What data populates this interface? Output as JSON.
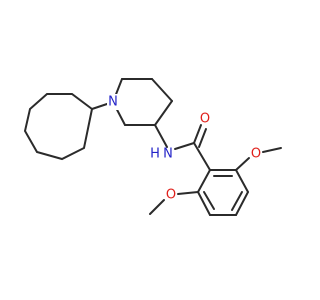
{
  "molecule": {
    "atoms": {
      "n_ring": "N",
      "n_amide": "N",
      "h_amide": "H",
      "o_carbonyl": "O",
      "o_methoxy_top": "O",
      "o_methoxy_bottom": "O"
    },
    "colors": {
      "bond": "#2b2b2b",
      "nitrogen": "#2323c8",
      "oxygen": "#e0201b"
    }
  }
}
